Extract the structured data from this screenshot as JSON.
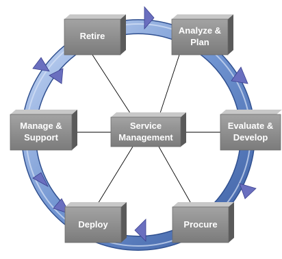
{
  "diagram": {
    "center": {
      "line1": "Service",
      "line2": "Management"
    },
    "nodes": [
      {
        "id": "retire",
        "line1": "Retire"
      },
      {
        "id": "analyze",
        "line1": "Analyze &",
        "line2": "Plan"
      },
      {
        "id": "evaluate",
        "line1": "Evaluate &",
        "line2": "Develop"
      },
      {
        "id": "procure",
        "line1": "Procure"
      },
      {
        "id": "deploy",
        "line1": "Deploy"
      },
      {
        "id": "manage",
        "line1": "Manage &",
        "line2": "Support"
      }
    ],
    "colors": {
      "ring": "#5b7fc0",
      "ring_highlight": "#b9cdf0",
      "arrowhead": "#6a6fbf",
      "box_face": "#8e8e8e",
      "box_top": "#c8c8c8",
      "box_side": "#5a5a5a",
      "connector": "#000000"
    }
  }
}
